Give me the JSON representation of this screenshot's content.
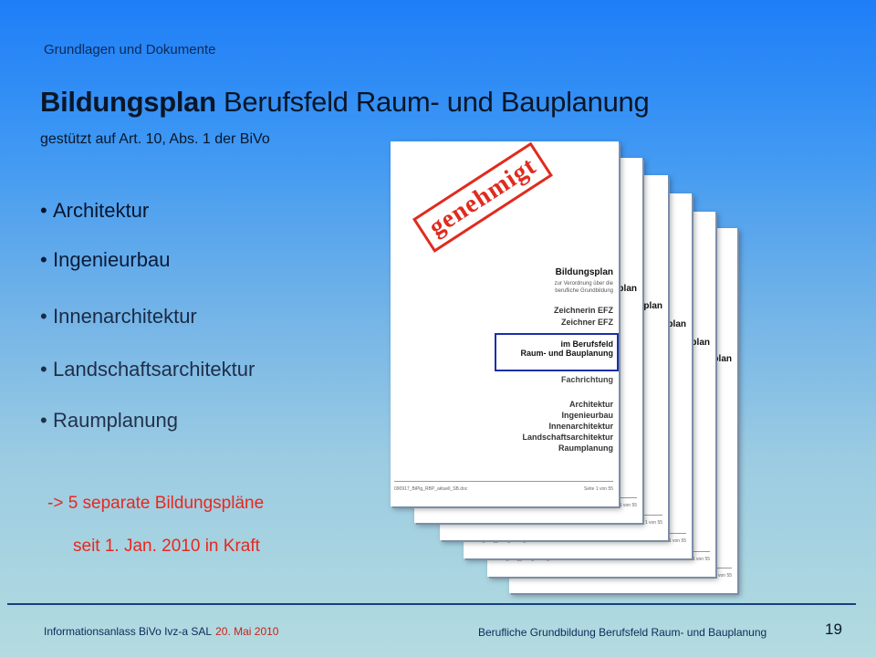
{
  "header": {
    "section": "Grundlagen und Dokumente"
  },
  "title": {
    "bold": "Bildungsplan",
    "rest": " Berufsfeld Raum- und Bauplanung"
  },
  "subtitle": "gestützt auf Art. 10, Abs. 1 der BiVo",
  "bullets": [
    {
      "label": "Architektur"
    },
    {
      "label": "Ingenieurbau"
    },
    {
      "label": "Innenarchitektur"
    },
    {
      "label": "Landschaftsarchitektur"
    },
    {
      "label": "Raumplanung"
    }
  ],
  "notes": {
    "line1": "-> 5 separate Bildungspläne",
    "line2": "seit 1. Jan. 2010 in Kraft"
  },
  "document": {
    "stamp": "genehmigt",
    "title": "Bildungsplan",
    "subtitle_line1": "zur Verordnung über die",
    "subtitle_line2": "berufliche Grundbildung",
    "efz1": "Zeichnerin EFZ",
    "efz2": "Zeichner EFZ",
    "box_line1": "im Berufsfeld",
    "box_line2": "Raum- und Bauplanung",
    "fachrichtung": "Fachrichtung",
    "list": [
      "Architektur",
      "Ingenieurbau",
      "Innenarchitektur",
      "Landschaftsarchitektur",
      "Raumplanung"
    ],
    "footer_file": "090917_BiPlg_RBP_aktuell_SB.doc",
    "footer_page": "Seite 1 von 55"
  },
  "footer": {
    "left": "Informationsanlass BiVo Ivz-a SAL",
    "date": "20. Mai 2010",
    "right": "Berufliche Grundbildung Berufsfeld Raum- und Bauplanung",
    "page_number": "19"
  },
  "colors": {
    "accent_red": "#e8271e",
    "box_blue": "#1a2fa8",
    "divider": "#1a3f7a"
  }
}
